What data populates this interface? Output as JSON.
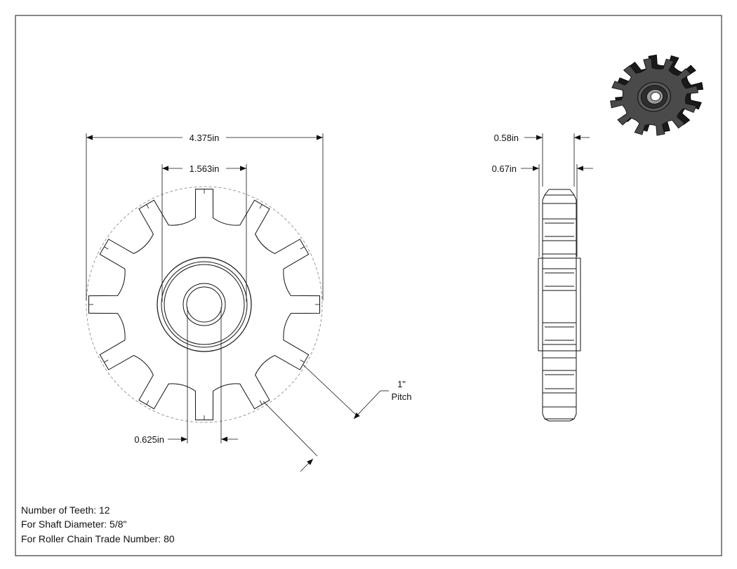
{
  "dimensions": {
    "outer_diameter": "4.375in",
    "hub_diameter": "1.563in",
    "bore_diameter": "0.625in",
    "hub_width": "0.58in",
    "overall_width": "0.67in",
    "pitch_value": "1\"",
    "pitch_label": "Pitch"
  },
  "notes": {
    "teeth": "Number of Teeth: 12",
    "shaft": "For Shaft Diameter: 5/8\"",
    "chain": "For Roller Chain Trade Number: 80"
  },
  "sprocket": {
    "teeth_count": 12
  },
  "colors": {
    "line": "#111111",
    "pitch_circle": "#9a9a9a",
    "iso_body": "#3a3a3a"
  }
}
